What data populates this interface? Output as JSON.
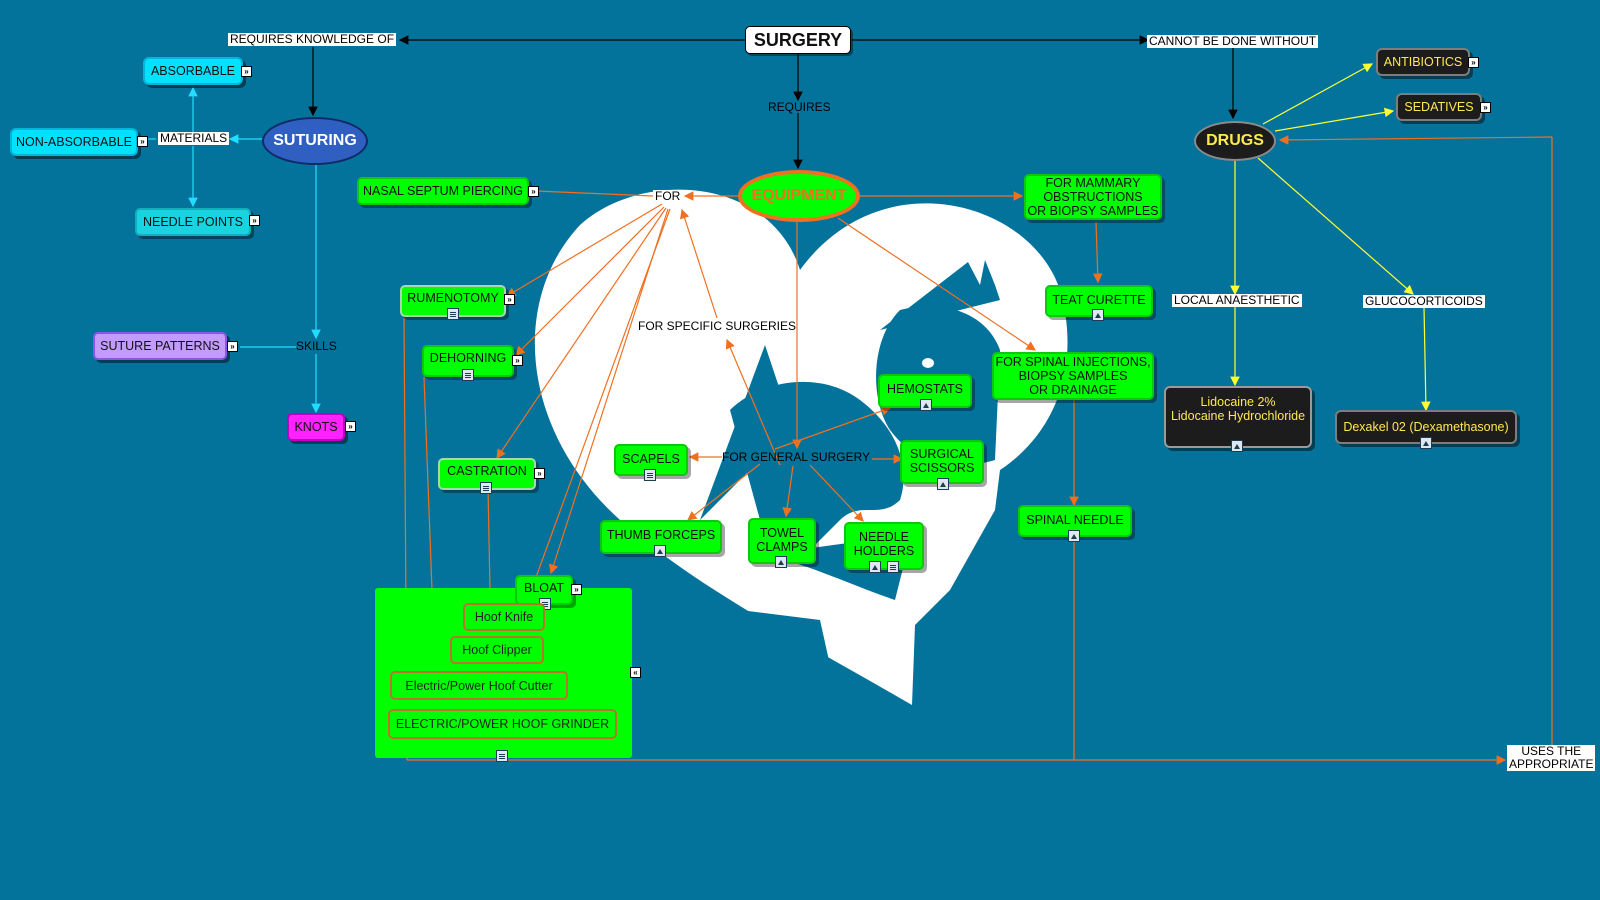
{
  "root": {
    "surgery": "SURGERY"
  },
  "main": {
    "suturing": "SUTURING",
    "equipment": "EQUIPMENT",
    "drugs": "DRUGS"
  },
  "links": {
    "requires_knowledge_of": "REQUIRES KNOWLEDGE OF",
    "requires": "REQUIRES",
    "cannot_be_done_without": "CANNOT BE DONE WITHOUT",
    "materials": "MATERIALS",
    "skills": "SKILLS",
    "for": "FOR",
    "for_specific_surgeries": "FOR SPECIFIC SURGERIES",
    "for_general_surgery": "FOR GENERAL SURGERY",
    "local_anaesthetic": "LOCAL ANAESTHETIC",
    "glucocorticoids": "GLUCOCORTICOIDS",
    "uses_the_appropriate": "USES THE\nAPPROPRIATE"
  },
  "suturing_nodes": {
    "absorbable": "ABSORBABLE",
    "non_absorbable": "NON-ABSORBABLE",
    "needle_points": "NEEDLE POINTS",
    "suture_patterns": "SUTURE PATTERNS",
    "knots": "KNOTS"
  },
  "specific": {
    "nasal": "NASAL SEPTUM PIERCING",
    "rumenotomy": "RUMENOTOMY",
    "dehorning": "DEHORNING",
    "castration": "CASTRATION",
    "bloat": "BLOAT"
  },
  "hoof": {
    "knife": "Hoof Knife",
    "clipper": "Hoof Clipper",
    "cutter": "Electric/Power Hoof Cutter",
    "grinder": "ELECTRIC/POWER HOOF GRINDER"
  },
  "general": {
    "scapels": "SCAPELS",
    "hemostats": "HEMOSTATS",
    "surgical_scissors": "SURGICAL\nSCISSORS",
    "thumb_forceps": "THUMB FORCEPS",
    "towel_clamps": "TOWEL\nCLAMPS",
    "needle_holders": "NEEDLE\nHOLDERS"
  },
  "other_equipment": {
    "mammary": "FOR MAMMARY\nOBSTRUCTIONS\nOR BIOPSY SAMPLES",
    "teat_curette": "TEAT CURETTE",
    "spinal_purpose": "FOR SPINAL INJECTIONS,\nBIOPSY SAMPLES\nOR DRAINAGE",
    "spinal_needle": "SPINAL NEEDLE"
  },
  "drug_nodes": {
    "antibiotics": "ANTIBIOTICS",
    "sedatives": "SEDATIVES",
    "lidocaine": "Lidocaine 2%\nLidocaine Hydrochloride",
    "dexakel": "Dexakel 02 (Dexamethasone)"
  },
  "colors": {
    "background": "#04739b",
    "equipment_links": "#f07020",
    "drug_links": "#ffff33",
    "suturing_links": "#22ddff",
    "root_links": "#000000"
  }
}
